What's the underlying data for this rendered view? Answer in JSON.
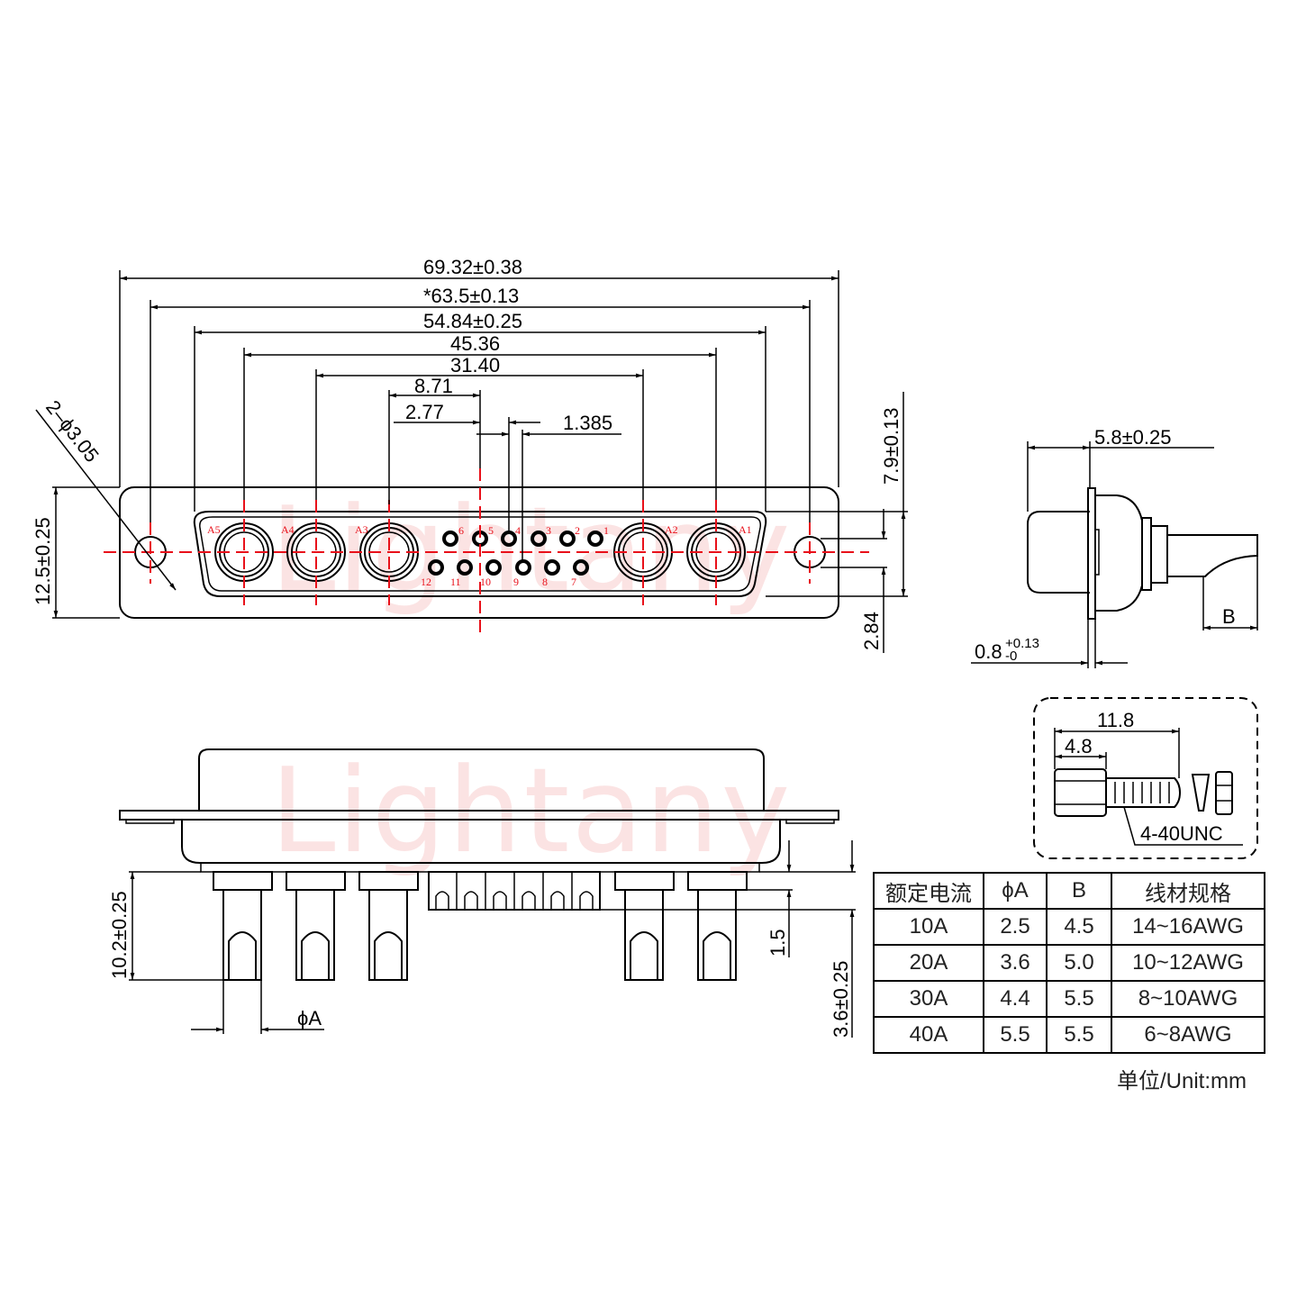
{
  "watermark": "Lightany",
  "front_view": {
    "dimensions": {
      "overall_width": "69.32±0.38",
      "mounting_hole_pitch": "*63.5±0.13",
      "shell_width": "54.84±0.25",
      "outer_power_pitch": "45.36",
      "inner_power_pitch": "31.40",
      "signal_offset": "8.71",
      "signal_pitch": "2.77",
      "signal_row_offset": "1.385",
      "mounting_hole": "2–ϕ3.05",
      "flange_height": "12.5±0.25",
      "shell_height": "7.9±0.13",
      "row_spacing": "2.84"
    },
    "power_contacts": [
      "A5",
      "A4",
      "A3",
      "A2",
      "A1"
    ],
    "signal_contacts_top": [
      "6",
      "5",
      "4",
      "3",
      "2",
      "1"
    ],
    "signal_contacts_bottom": [
      "12",
      "11",
      "10",
      "9",
      "8",
      "7"
    ]
  },
  "side_view": {
    "depth": "5.8±0.25",
    "flange_thickness": "0.8",
    "flange_tol_plus": "+0.13",
    "flange_tol_minus": "-0",
    "bend_label": "B"
  },
  "bottom_view": {
    "pin_length": "10.2±0.25",
    "pin_diameter": "ϕA",
    "standoff": "1.5",
    "signal_length": "3.6±0.25"
  },
  "screw_detail": {
    "length": "11.8",
    "hex_length": "4.8",
    "thread": "4-40UNC"
  },
  "spec_table": {
    "headers": [
      "额定电流",
      "ϕA",
      "B",
      "线材规格"
    ],
    "rows": [
      [
        "10A",
        "2.5",
        "4.5",
        "14~16AWG"
      ],
      [
        "20A",
        "3.6",
        "5.0",
        "10~12AWG"
      ],
      [
        "30A",
        "4.4",
        "5.5",
        "8~10AWG"
      ],
      [
        "40A",
        "5.5",
        "5.5",
        "6~8AWG"
      ]
    ]
  },
  "unit_label": "单位/Unit:mm"
}
